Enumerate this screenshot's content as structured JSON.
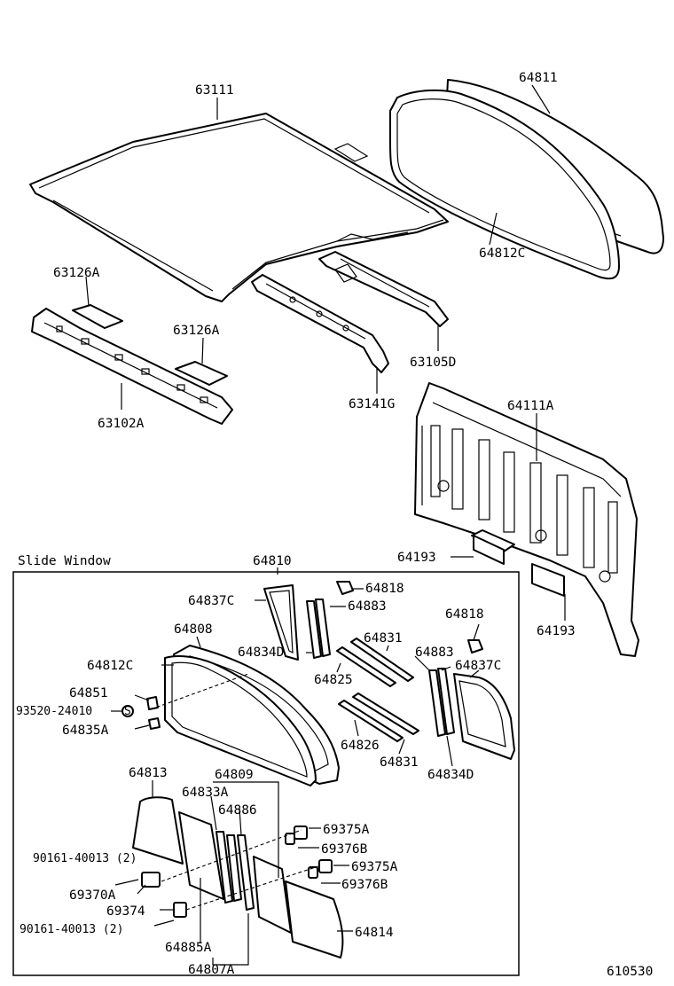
{
  "diagram": {
    "section_title": "Slide Window",
    "figure_number": "610530",
    "labels": {
      "p63111": "63111",
      "p64811": "64811",
      "p64812c_top": "64812C",
      "p63126a_1": "63126A",
      "p63126a_2": "63126A",
      "p63102a": "63102A",
      "p63105d": "63105D",
      "p63141g": "63141G",
      "p64111a": "64111A",
      "p64193_1": "64193",
      "p64193_2": "64193",
      "p64810": "64810",
      "p64818_1": "64818",
      "p64818_2": "64818",
      "p64837c_1": "64837C",
      "p64837c_2": "64837C",
      "p64883_1": "64883",
      "p64883_2": "64883",
      "p64808": "64808",
      "p64834d_1": "64834D",
      "p64834d_2": "64834D",
      "p64831_1": "64831",
      "p64831_2": "64831",
      "p64812c_win": "64812C",
      "p64825": "64825",
      "p64826": "64826",
      "p64851": "64851",
      "p93520": "93520-24010",
      "p64835a": "64835A",
      "p64813": "64813",
      "p64809": "64809",
      "p64833a": "64833A",
      "p64886": "64886",
      "p69375a_1": "69375A",
      "p69375a_2": "69375A",
      "p69376b_1": "69376B",
      "p69376b_2": "69376B",
      "p90161_1": "90161-40013 (2)",
      "p90161_2": "90161-40013 (2)",
      "p69370a": "69370A",
      "p69374": "69374",
      "p64814": "64814",
      "p64885a": "64885A",
      "p64807a": "64807A"
    }
  }
}
